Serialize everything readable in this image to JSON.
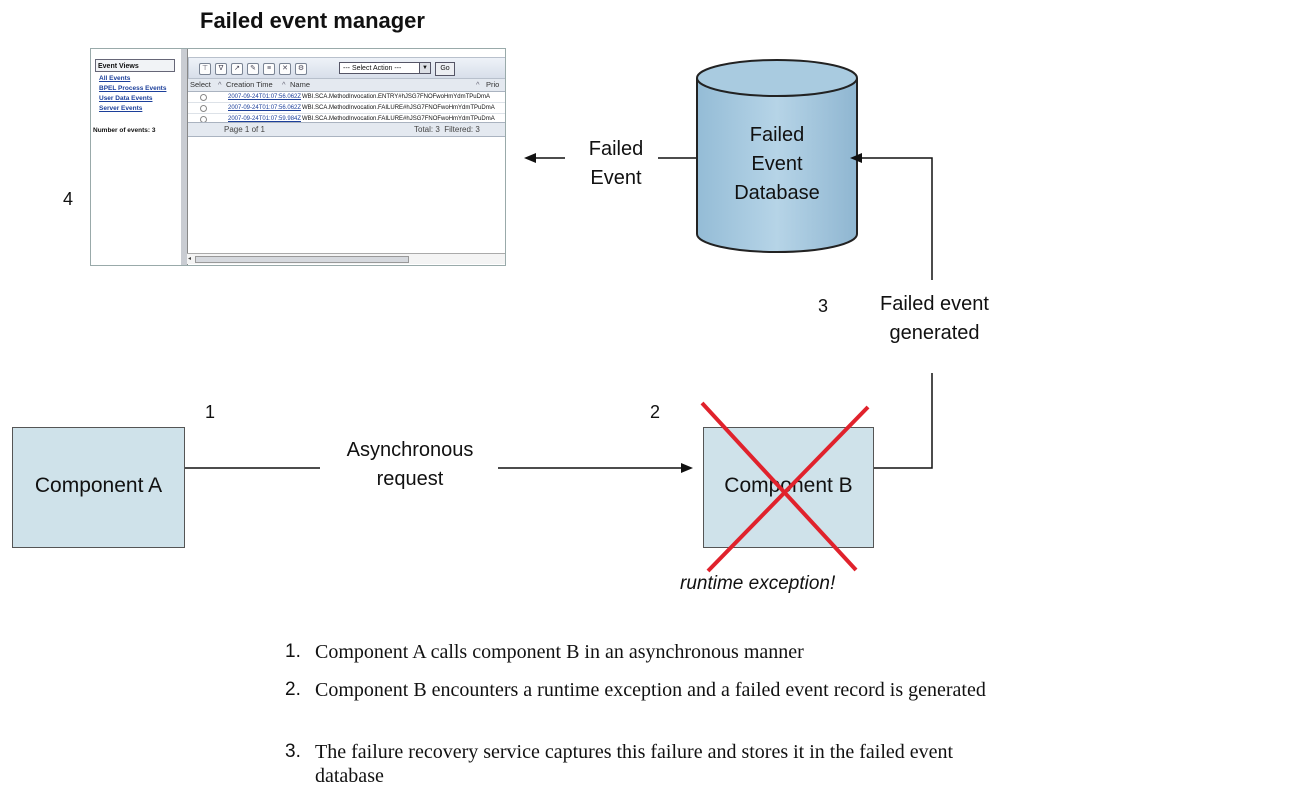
{
  "failed_event_manager": {
    "title": "Failed event manager",
    "sidebar": {
      "heading": "Event Views",
      "links": [
        "All Events",
        "BPEL Process Events",
        "User Data Events",
        "Server Events"
      ],
      "count_label": "Number of events: 3"
    },
    "toolbar": {
      "action_placeholder": "--- Select Action ---",
      "go_label": "Go"
    },
    "table": {
      "columns": [
        "Select",
        "Creation Time",
        "Name",
        "Prio"
      ],
      "rows": [
        {
          "time": "2007-09-24T01:07:56.062Z",
          "name": "WBI.SCA.MethodInvocation.ENTRY#hJSG7FNOFwoHmYdmTPuDmA"
        },
        {
          "time": "2007-09-24T01:07:56.062Z",
          "name": "WBI.SCA.MethodInvocation.FAILURE#hJSG7FNOFwoHmYdmTPuDmA"
        },
        {
          "time": "2007-09-24T01:07:59.984Z",
          "name": "WBI.SCA.MethodInvocation.FAILURE#hJSG7FNOFwoHmYdmTPuDmA"
        }
      ],
      "page_label": "Page 1 of 1",
      "totals_label": "Total: 3  Filtered: 3"
    }
  },
  "diagram": {
    "database_label_lines": [
      "Failed",
      "Event",
      "Database"
    ],
    "failed_event_label_lines": [
      "Failed",
      "Event"
    ],
    "generated_label_lines": [
      "Failed event",
      "generated"
    ],
    "request_label_lines": [
      "Asynchronous",
      "request"
    ],
    "component_a": "Component A",
    "component_b": "Component B",
    "exception_label": "runtime exception!",
    "step_markers": [
      "1",
      "2",
      "3",
      "4"
    ]
  },
  "steps": [
    {
      "number": "1.",
      "text": "Component A calls component B in an asynchronous manner"
    },
    {
      "number": "2.",
      "text": "Component B encounters a runtime exception and a failed event record is generated"
    },
    {
      "number": "3.",
      "text": "The failure recovery service captures this failure and stores it in the failed event database"
    }
  ],
  "colors": {
    "box_fill": "#cfe2ea",
    "database_fill": "#a9cbe0",
    "cross": "#e0222c"
  }
}
